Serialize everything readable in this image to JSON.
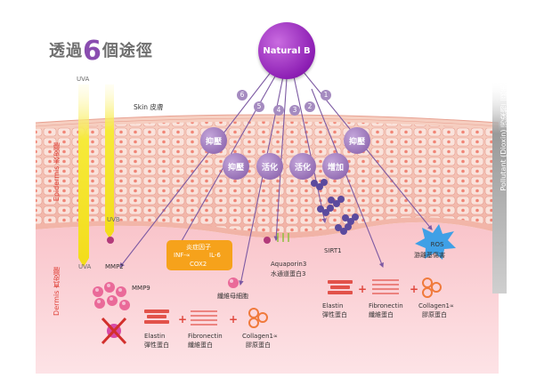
{
  "title": {
    "prefix": "透過",
    "number": "6",
    "suffix": "個途徑"
  },
  "natural_b": "Natural B",
  "skin_label": "Skin 皮膚",
  "layers": {
    "epidermis": "Epidermis 表皮層",
    "dermis": "Dermis 真皮層"
  },
  "rays": {
    "uva_top": "UVA",
    "uvb": "UVB",
    "uva_bottom": "UVA"
  },
  "pollutant": "Pollutant (Dioxin) 污染物二惡英",
  "pathway_numbers": [
    "6",
    "5",
    "4",
    "3",
    "2",
    "1"
  ],
  "actions": {
    "suppress_right": "抑壓",
    "suppress_left_top": "抑壓",
    "suppress_left": "抑壓",
    "activate_a": "活化",
    "activate_b": "活化",
    "increase": "增加"
  },
  "labels": {
    "mmp2": "MMP2",
    "mmp9": "MMP9",
    "inflammation_title": "炎症因子",
    "inf": "INF-∝",
    "il6": "IL-6",
    "cox2": "COX2",
    "fibroblast": "纖維母細胞",
    "aquaporin_en": "Aquaporin3",
    "aquaporin_zh": "水通道蛋白3",
    "sirt1": "SIRT1",
    "ros_en": "ROS",
    "ros_zh": "游離基傷害"
  },
  "proteins_left": [
    {
      "en": "Elastin",
      "zh": "彈性蛋白"
    },
    {
      "en": "Fibronectin",
      "zh": "纖維蛋白"
    },
    {
      "en": "Collagen1∝",
      "zh": "膠原蛋白"
    }
  ],
  "proteins_right": [
    {
      "en": "Elastin",
      "zh": "彈性蛋白"
    },
    {
      "en": "Fibronectin",
      "zh": "纖維蛋白"
    },
    {
      "en": "Collagen1∝",
      "zh": "膠原蛋白"
    }
  ],
  "plus": "+",
  "colors": {
    "purple": "#8d1fb4",
    "action": "#9a76b8",
    "orange": "#f6a21b",
    "red": "#e0463c",
    "skin": "#f4c3b8",
    "dermis": "#f9c9cf"
  }
}
